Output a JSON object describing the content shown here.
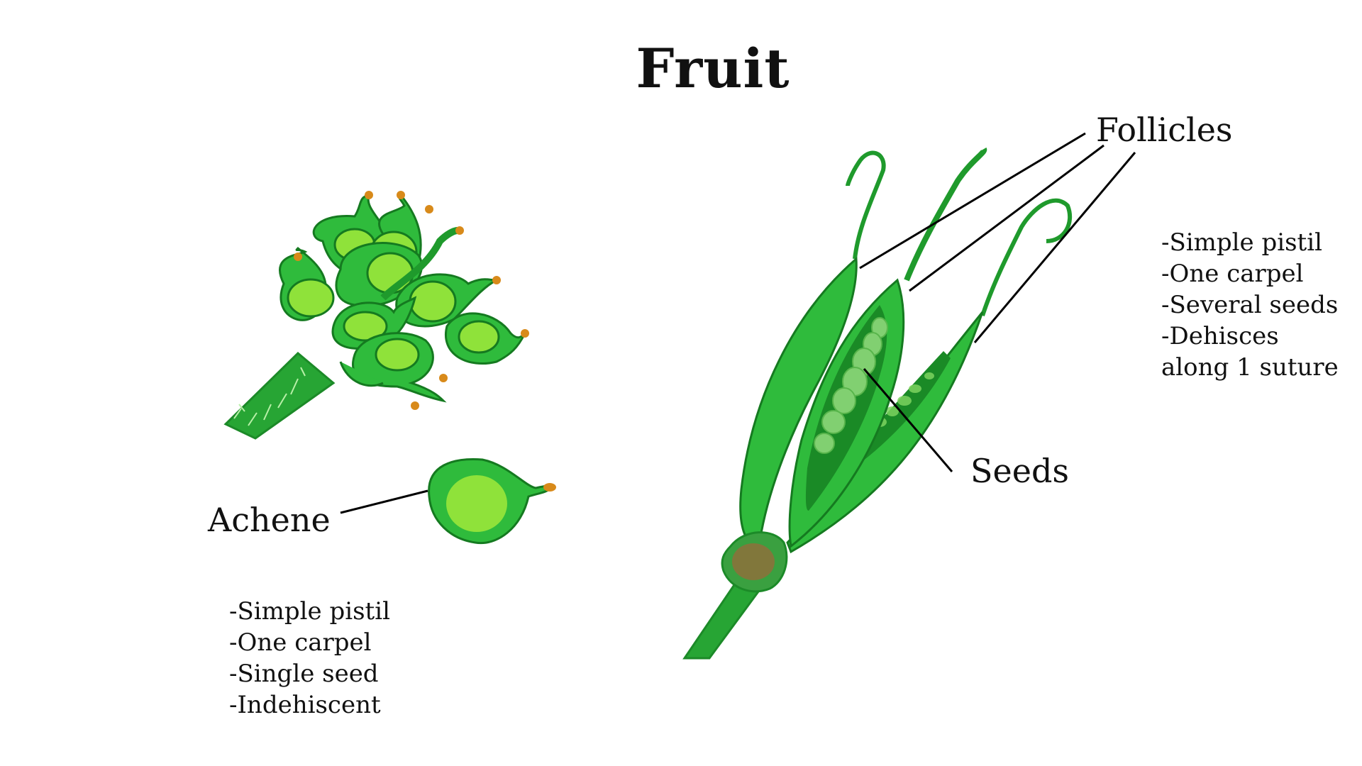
{
  "title": "Fruit",
  "labels": {
    "achene": "Achene",
    "follicles": "Follicles",
    "seeds": "Seeds"
  },
  "achene_facts": [
    "-Simple pistil",
    "-One carpel",
    "-Single seed",
    "-Indehiscent"
  ],
  "follicle_facts": [
    "-Simple pistil",
    "-One carpel",
    "-Several seeds",
    "-Dehisces",
    "along 1 suture"
  ],
  "colors": {
    "dark_green": "#1f9a2c",
    "mid_green": "#2fbb3c",
    "light_green": "#8fe23a",
    "outline": "#157a20",
    "stigma_orange": "#d88a1a",
    "receptacle_brown": "#9a6a3a",
    "leader_line": "#000000"
  }
}
